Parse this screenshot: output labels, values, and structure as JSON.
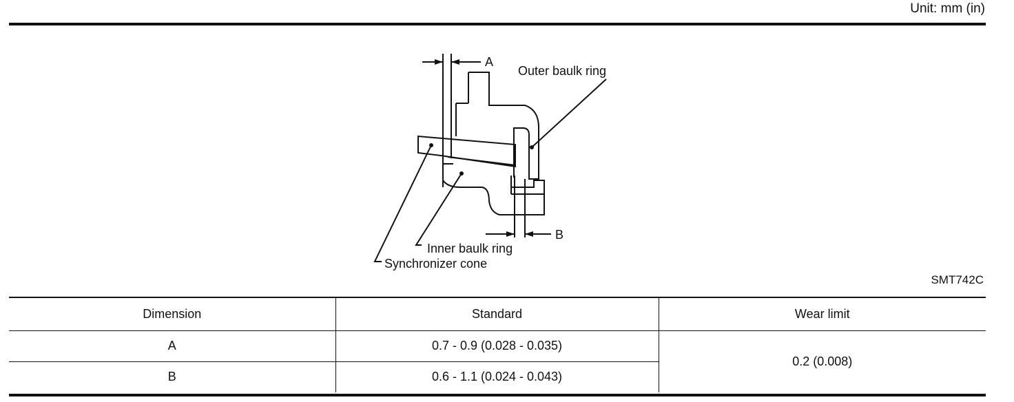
{
  "header": {
    "unit": "Unit: mm (in)"
  },
  "diagram": {
    "labels": {
      "dim_a": "A",
      "dim_b": "B",
      "outer_baulk_ring": "Outer baulk ring",
      "inner_baulk_ring": "Inner baulk ring",
      "synchronizer_cone": "Synchronizer cone"
    },
    "figure_code": "SMT742C"
  },
  "table": {
    "headers": [
      "Dimension",
      "Standard",
      "Wear limit"
    ],
    "rows": [
      {
        "dimension": "A",
        "standard": "0.7 - 0.9 (0.028 - 0.035)"
      },
      {
        "dimension": "B",
        "standard": "0.6 - 1.1 (0.024 - 0.043)"
      }
    ],
    "wear_limit": "0.2 (0.008)"
  }
}
